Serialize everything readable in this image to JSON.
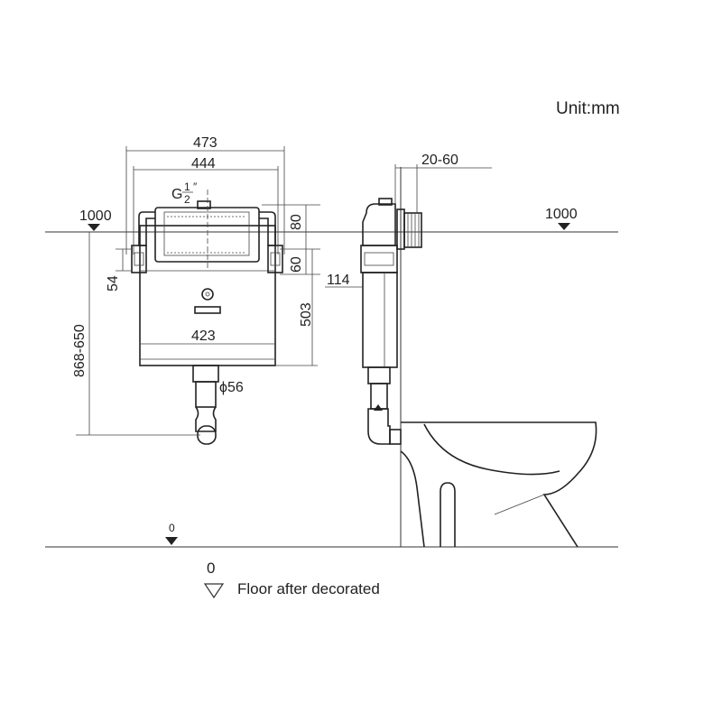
{
  "unit": "Unit:mm",
  "dimensions": {
    "width_outer": "473",
    "width_inner": "444",
    "inlet_g": "G",
    "inlet_num": "1",
    "inlet_den": "2",
    "inlet_suffix": "″",
    "level_left": "1000",
    "level_right": "1000",
    "height_80": "80",
    "height_60": "60",
    "height_54": "54",
    "height_range": "868-650",
    "height_503": "503",
    "width_423": "423",
    "outlet_dia": "ϕ56",
    "depth_114": "114",
    "wall_gap": "20-60",
    "floor_mark": "0"
  },
  "legend": {
    "zero": "0",
    "label": "Floor after decorated"
  }
}
